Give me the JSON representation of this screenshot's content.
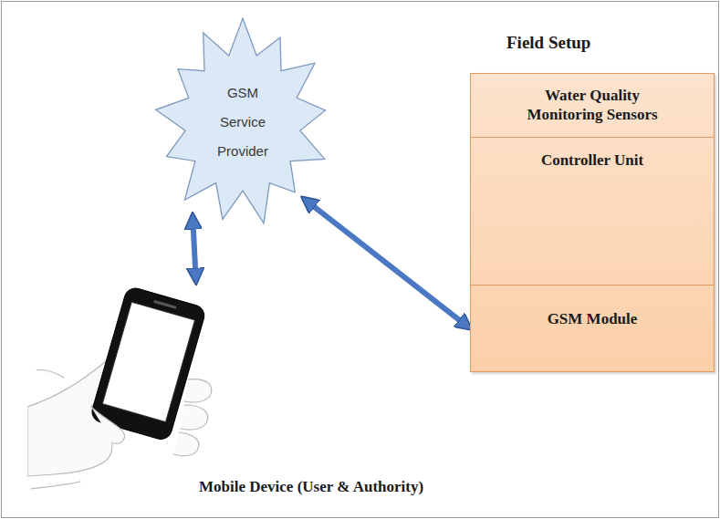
{
  "diagram": {
    "nodes": [
      {
        "text": [
          "GSM Service Provider"
        ]
      },
      {
        "text": [
          "Field Setup"
        ]
      },
      {
        "text": [
          "Water Quality Monitoring Sensors"
        ],
        "in": 1
      },
      {
        "text": [
          "Controller Unit"
        ],
        "in": 1
      },
      {
        "text": [
          "GSM Module"
        ],
        "in": 1
      },
      {
        "text": [
          "Mobile Device (User & Authority)"
        ]
      }
    ],
    "edges": [
      {
        "from": 5,
        "to": 0,
        "arrow": "both"
      },
      {
        "from": 4,
        "to": 0,
        "arrow": "both"
      }
    ]
  }
}
